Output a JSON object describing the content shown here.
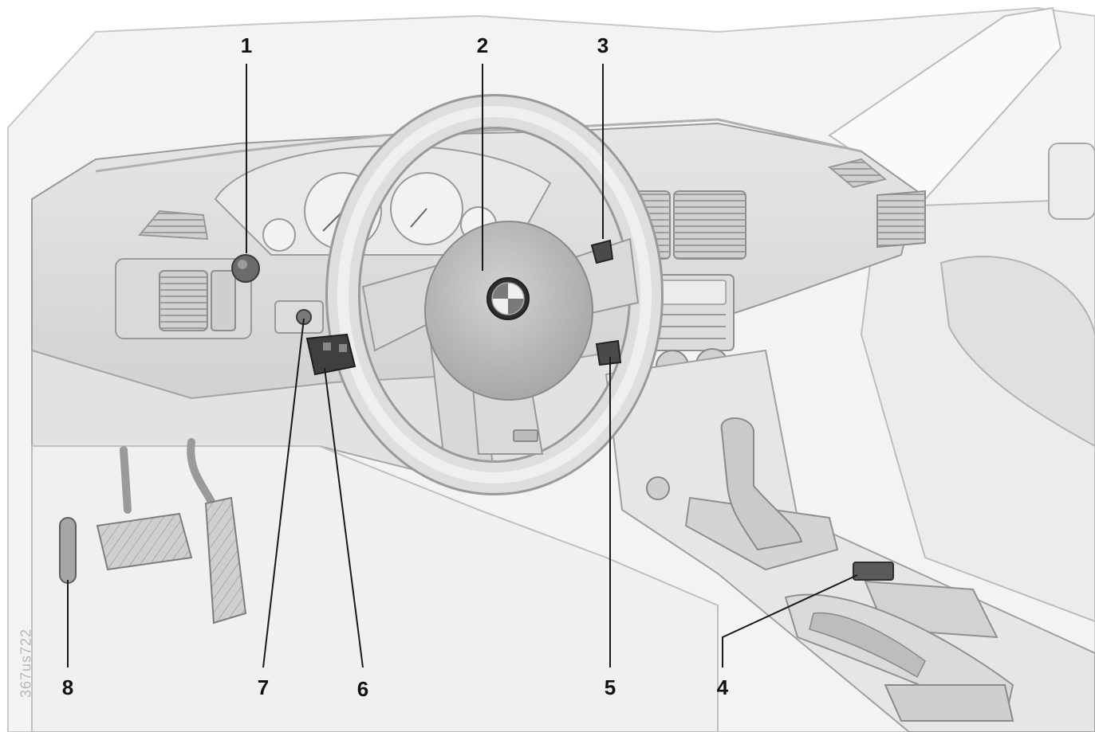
{
  "figure": {
    "image_code": "367us722",
    "callouts": [
      "1",
      "2",
      "3",
      "4",
      "5",
      "6",
      "7",
      "8"
    ]
  },
  "colors": {
    "line": "#1a1a1a",
    "shade_light": "#ececec",
    "shade_mid": "#d6d6d6",
    "shade_dark": "#a9a9a9",
    "outline": "#9a9a9a"
  }
}
